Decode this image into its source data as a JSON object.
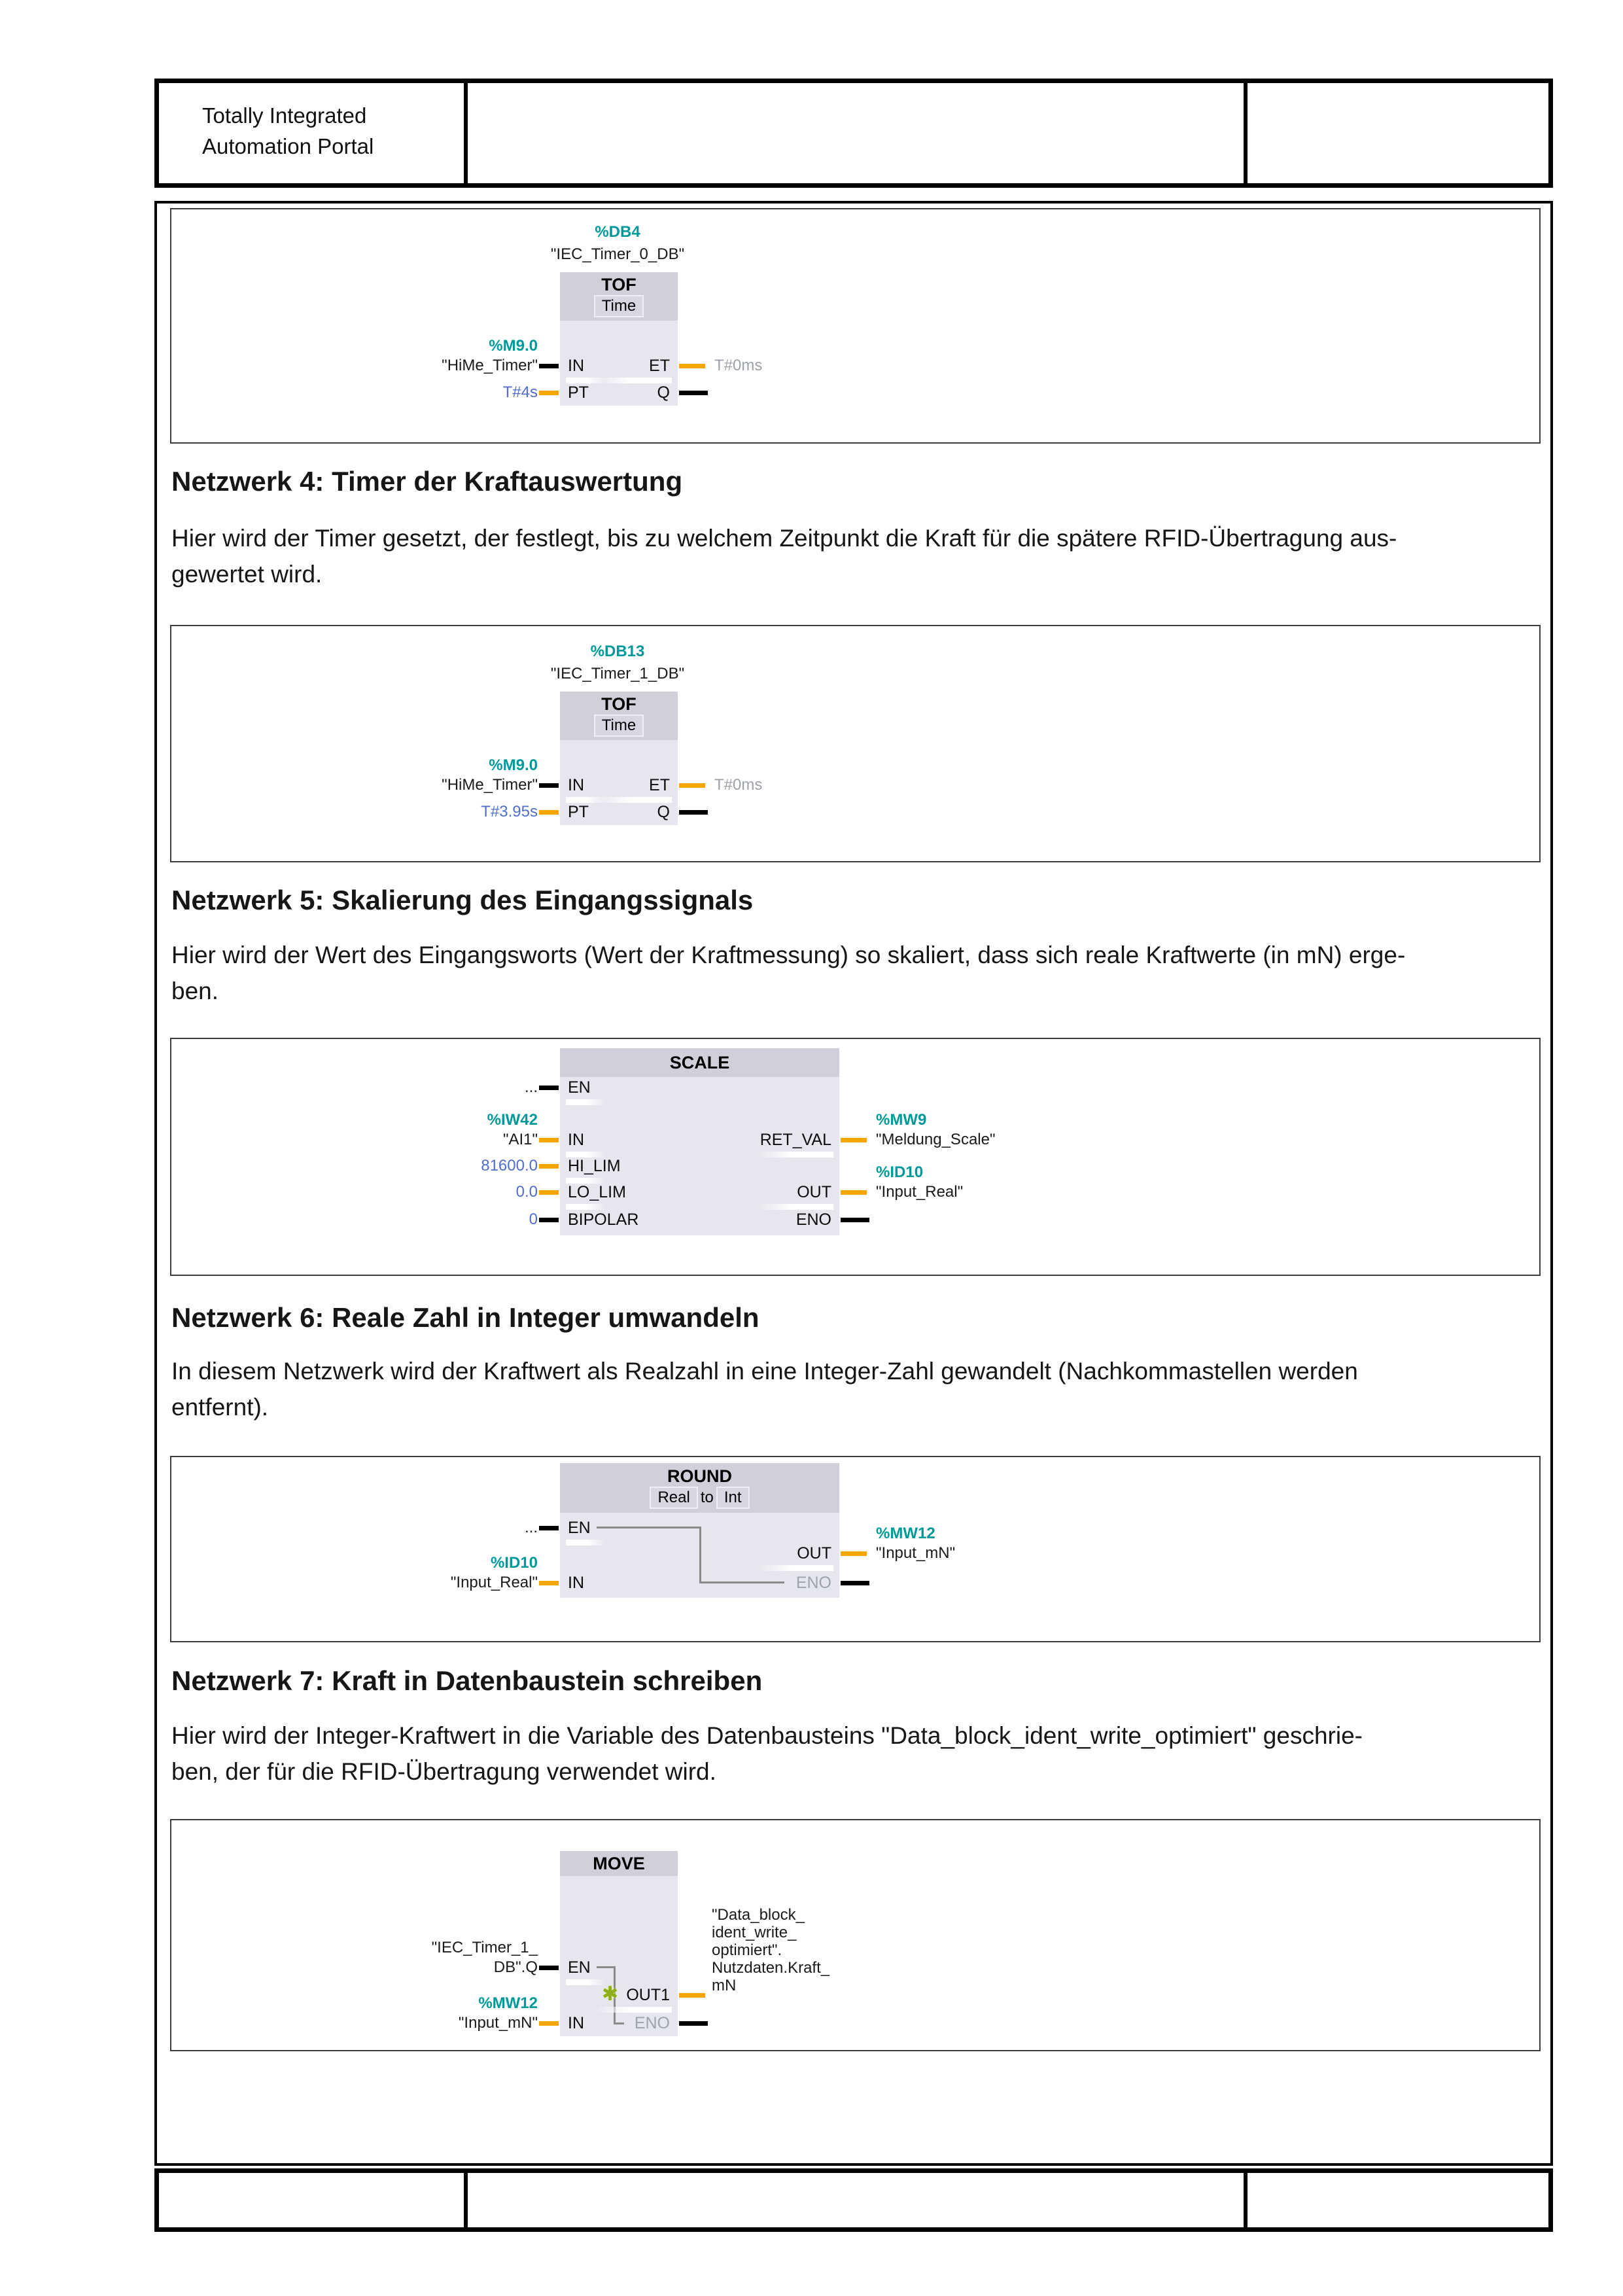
{
  "colors": {
    "address_teal": "#00999b",
    "constant_blue": "#4f6ed0",
    "line_orange": "#f7a600",
    "muted_gray": "#9ea3a9",
    "block_body": "#e6e7ee",
    "block_header": "#cfd0da"
  },
  "header": {
    "title_line1": "Totally Integrated",
    "title_line2": "Automation Portal"
  },
  "networks": [
    {
      "title": "",
      "block": {
        "db": "%DB4",
        "instance": "\"IEC_Timer_0_DB\"",
        "title": "TOF",
        "type": "Time",
        "pin_in": "IN",
        "pin_pt": "PT",
        "pin_et": "ET",
        "pin_q": "Q",
        "in_addr": "%M9.0",
        "in_name": "\"HiMe_Timer\"",
        "pt_value": "T#4s",
        "et_value": "T#0ms"
      }
    },
    {
      "title": "Netzwerk 4: Timer der Kraftauswertung",
      "description_line1": "Hier wird der Timer gesetzt, der festlegt, bis zu welchem Zeitpunkt die Kraft für die spätere RFID-Übertragung aus-",
      "description_line2": "gewertet wird.",
      "block": {
        "db": "%DB13",
        "instance": "\"IEC_Timer_1_DB\"",
        "title": "TOF",
        "type": "Time",
        "pin_in": "IN",
        "pin_pt": "PT",
        "pin_et": "ET",
        "pin_q": "Q",
        "in_addr": "%M9.0",
        "in_name": "\"HiMe_Timer\"",
        "pt_value": "T#3.95s",
        "et_value": "T#0ms"
      }
    },
    {
      "title": "Netzwerk 5: Skalierung des Eingangssignals",
      "description_line1": "Hier wird der Wert des Eingangsworts (Wert der Kraftmessung) so skaliert, dass sich reale Kraftwerte (in mN) erge-",
      "description_line2": "ben.",
      "block": {
        "title": "SCALE",
        "pin_en": "EN",
        "pin_in": "IN",
        "pin_hi": "HI_LIM",
        "pin_lo": "LO_LIM",
        "pin_bipolar": "BIPOLAR",
        "pin_retval": "RET_VAL",
        "pin_out": "OUT",
        "pin_eno": "ENO",
        "en_value": "...",
        "in_addr": "%IW42",
        "in_name": "\"AI1\"",
        "hi_lim": "81600.0",
        "lo_lim": "0.0",
        "bipolar": "0",
        "ret_addr": "%MW9",
        "ret_name": "\"Meldung_Scale\"",
        "out_addr": "%ID10",
        "out_name": "\"Input_Real\""
      }
    },
    {
      "title": "Netzwerk 6: Reale Zahl in Integer umwandeln",
      "description_line1": "In diesem Netzwerk wird der Kraftwert als Realzahl in eine Integer-Zahl gewandelt (Nachkommastellen werden",
      "description_line2": "entfernt).",
      "block": {
        "title": "ROUND",
        "type_from": "Real",
        "type_word": "to",
        "type_to": "Int",
        "pin_en": "EN",
        "pin_in": "IN",
        "pin_out": "OUT",
        "pin_eno": "ENO",
        "en_value": "...",
        "in_addr": "%ID10",
        "in_name": "\"Input_Real\"",
        "out_addr": "%MW12",
        "out_name": "\"Input_mN\""
      }
    },
    {
      "title": "Netzwerk 7: Kraft in Datenbaustein schreiben",
      "description_line1": "Hier wird der Integer-Kraftwert in die Variable des Datenbausteins \"Data_block_ident_write_optimiert\" geschrie-",
      "description_line2": "ben, der für die RFID-Übertragung verwendet wird.",
      "block": {
        "title": "MOVE",
        "pin_en": "EN",
        "pin_in": "IN",
        "pin_out": "OUT1",
        "pin_eno": "ENO",
        "en_line1": "\"IEC_Timer_1_",
        "en_line2": "DB\".Q",
        "in_addr": "%MW12",
        "in_name": "\"Input_mN\"",
        "out_lines": [
          "\"Data_block_",
          "ident_write_",
          "optimiert\".",
          "Nutzdaten.Kraft_",
          "mN"
        ]
      }
    }
  ]
}
